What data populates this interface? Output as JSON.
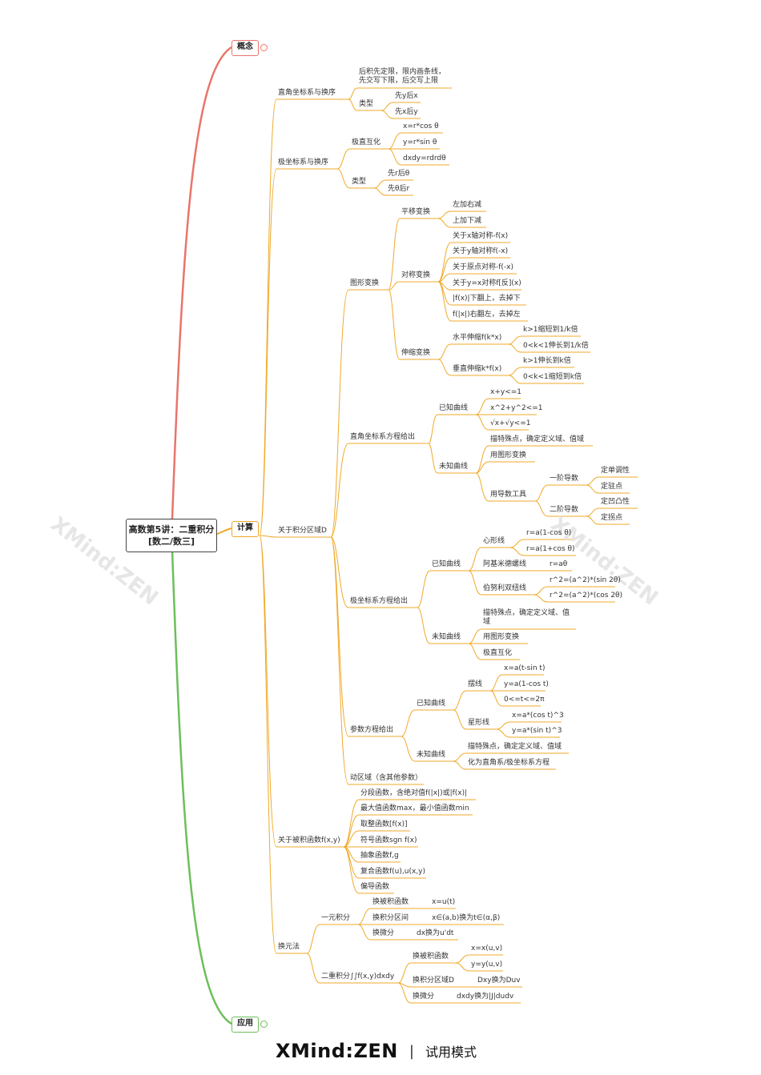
{
  "central_topic": "高数第5讲：二重积分[数二/数三]",
  "main_topics": {
    "concept": "概念",
    "compute": "计算",
    "apply": "应用"
  },
  "watermark": {
    "brand": "XMind:ZEN",
    "mode": "试用模式"
  },
  "footer": {
    "brand": "XMind:ZEN",
    "separator": "|",
    "mode": "试用模式"
  },
  "colors": {
    "concept": "#e8756a",
    "compute": "#f0a928",
    "apply": "#6cbf5a"
  },
  "nodes": {
    "n1": "直角坐标系与换序",
    "n2": "后积先定限，限内画条线，先交写下限，后交写上限",
    "n3": "类型",
    "n4": "先y后x",
    "n5": "先x后y",
    "n6": "极坐标系与换序",
    "n7": "极直互化",
    "n8": "x=r*cos θ",
    "n9": "y=r*sin θ",
    "n10": "dxdy=rdrdθ",
    "n11": "类型",
    "n12": "先r后θ",
    "n13": "先θ后r",
    "n14": "关于积分区域D",
    "n15": "图形变换",
    "n16": "平移变换",
    "n17": "左加右减",
    "n18": "上加下减",
    "n19": "对称变换",
    "n20": "关于x轴对称-f(x)",
    "n21": "关于y轴对称f(-x)",
    "n22": "关于原点对称-f(-x)",
    "n23": "关于y=x对称f[反](x)",
    "n24": "|f(x)|下翻上，去掉下",
    "n25": "f(|x|)右翻左，去掉左",
    "n26": "伸缩变换",
    "n27": "水平伸缩f(k*x)",
    "n28": "k>1缩短到1/k倍",
    "n29": "0<k<1伸长到1/k倍",
    "n30": "垂直伸缩k*f(x)",
    "n31": "k>1伸长到k倍",
    "n32": "0<k<1缩短到k倍",
    "n33": "直角坐标系方程给出",
    "n34": "已知曲线",
    "n35": "x+y<=1",
    "n36": "x^2+y^2<=1",
    "n37": "√x+√y<=1",
    "n38": "未知曲线",
    "n39": "描特殊点，确定定义域、值域",
    "n40": "用图形变换",
    "n41": "用导数工具",
    "n42": "一阶导数",
    "n43": "定单调性",
    "n44": "定驻点",
    "n45": "二阶导数",
    "n46": "定凹凸性",
    "n47": "定拐点",
    "n48": "极坐标系方程给出",
    "n49": "已知曲线",
    "n50": "心形线",
    "n51": "r=a(1-cos θ)",
    "n52": "r=a(1+cos θ)",
    "n53": "阿基米德螺线",
    "n54": "r=aθ",
    "n55": "伯努利双纽线",
    "n56": "r^2=(a^2)*(sin 2θ)",
    "n57": "r^2=(a^2)*(cos 2θ)",
    "n58": "未知曲线",
    "n59": "描特殊点，确定定义域、值域",
    "n60": "用图形变换",
    "n61": "极直互化",
    "n62": "参数方程给出",
    "n63": "已知曲线",
    "n64": "摆线",
    "n65": "x=a(t-sin t)",
    "n66": "y=a(1-cos t)",
    "n67": "0<=t<=2π",
    "n68": "星形线",
    "n69": "x=a*(cos t)^3",
    "n70": "y=a*(sin t)^3",
    "n71": "未知曲线",
    "n72": "描特殊点，确定定义域、值域",
    "n73": "化为直角系/极坐标系方程",
    "n74": "动区域（含其他参数）",
    "n75": "关于被积函数f(x,y)",
    "n76": "分段函数，含绝对值f(|x|)或|f(x)|",
    "n77": "最大值函数max，最小值函数min",
    "n78": "取整函数[f(x)]",
    "n79": "符号函数sgn f(x)",
    "n80": "抽象函数f,g",
    "n81": "复合函数f(u),u(x,y)",
    "n82": "偏导函数",
    "n83": "换元法",
    "n84": "一元积分",
    "n85": "换被积函数",
    "n86": "x=u(t)",
    "n87": "换积分区间",
    "n88": "x∈(a,b)换为t∈(α,β)",
    "n89": "换微分",
    "n90": "dx换为u'dt",
    "n91": "二重积分∫∫f(x,y)dxdy",
    "n92": "换被积函数",
    "n93": "x=x(u,v)",
    "n94": "y=y(u,v)",
    "n95": "换积分区域D",
    "n96": "Dxy换为Duv",
    "n97": "换微分",
    "n98": "dxdy换为|J|dudv"
  }
}
